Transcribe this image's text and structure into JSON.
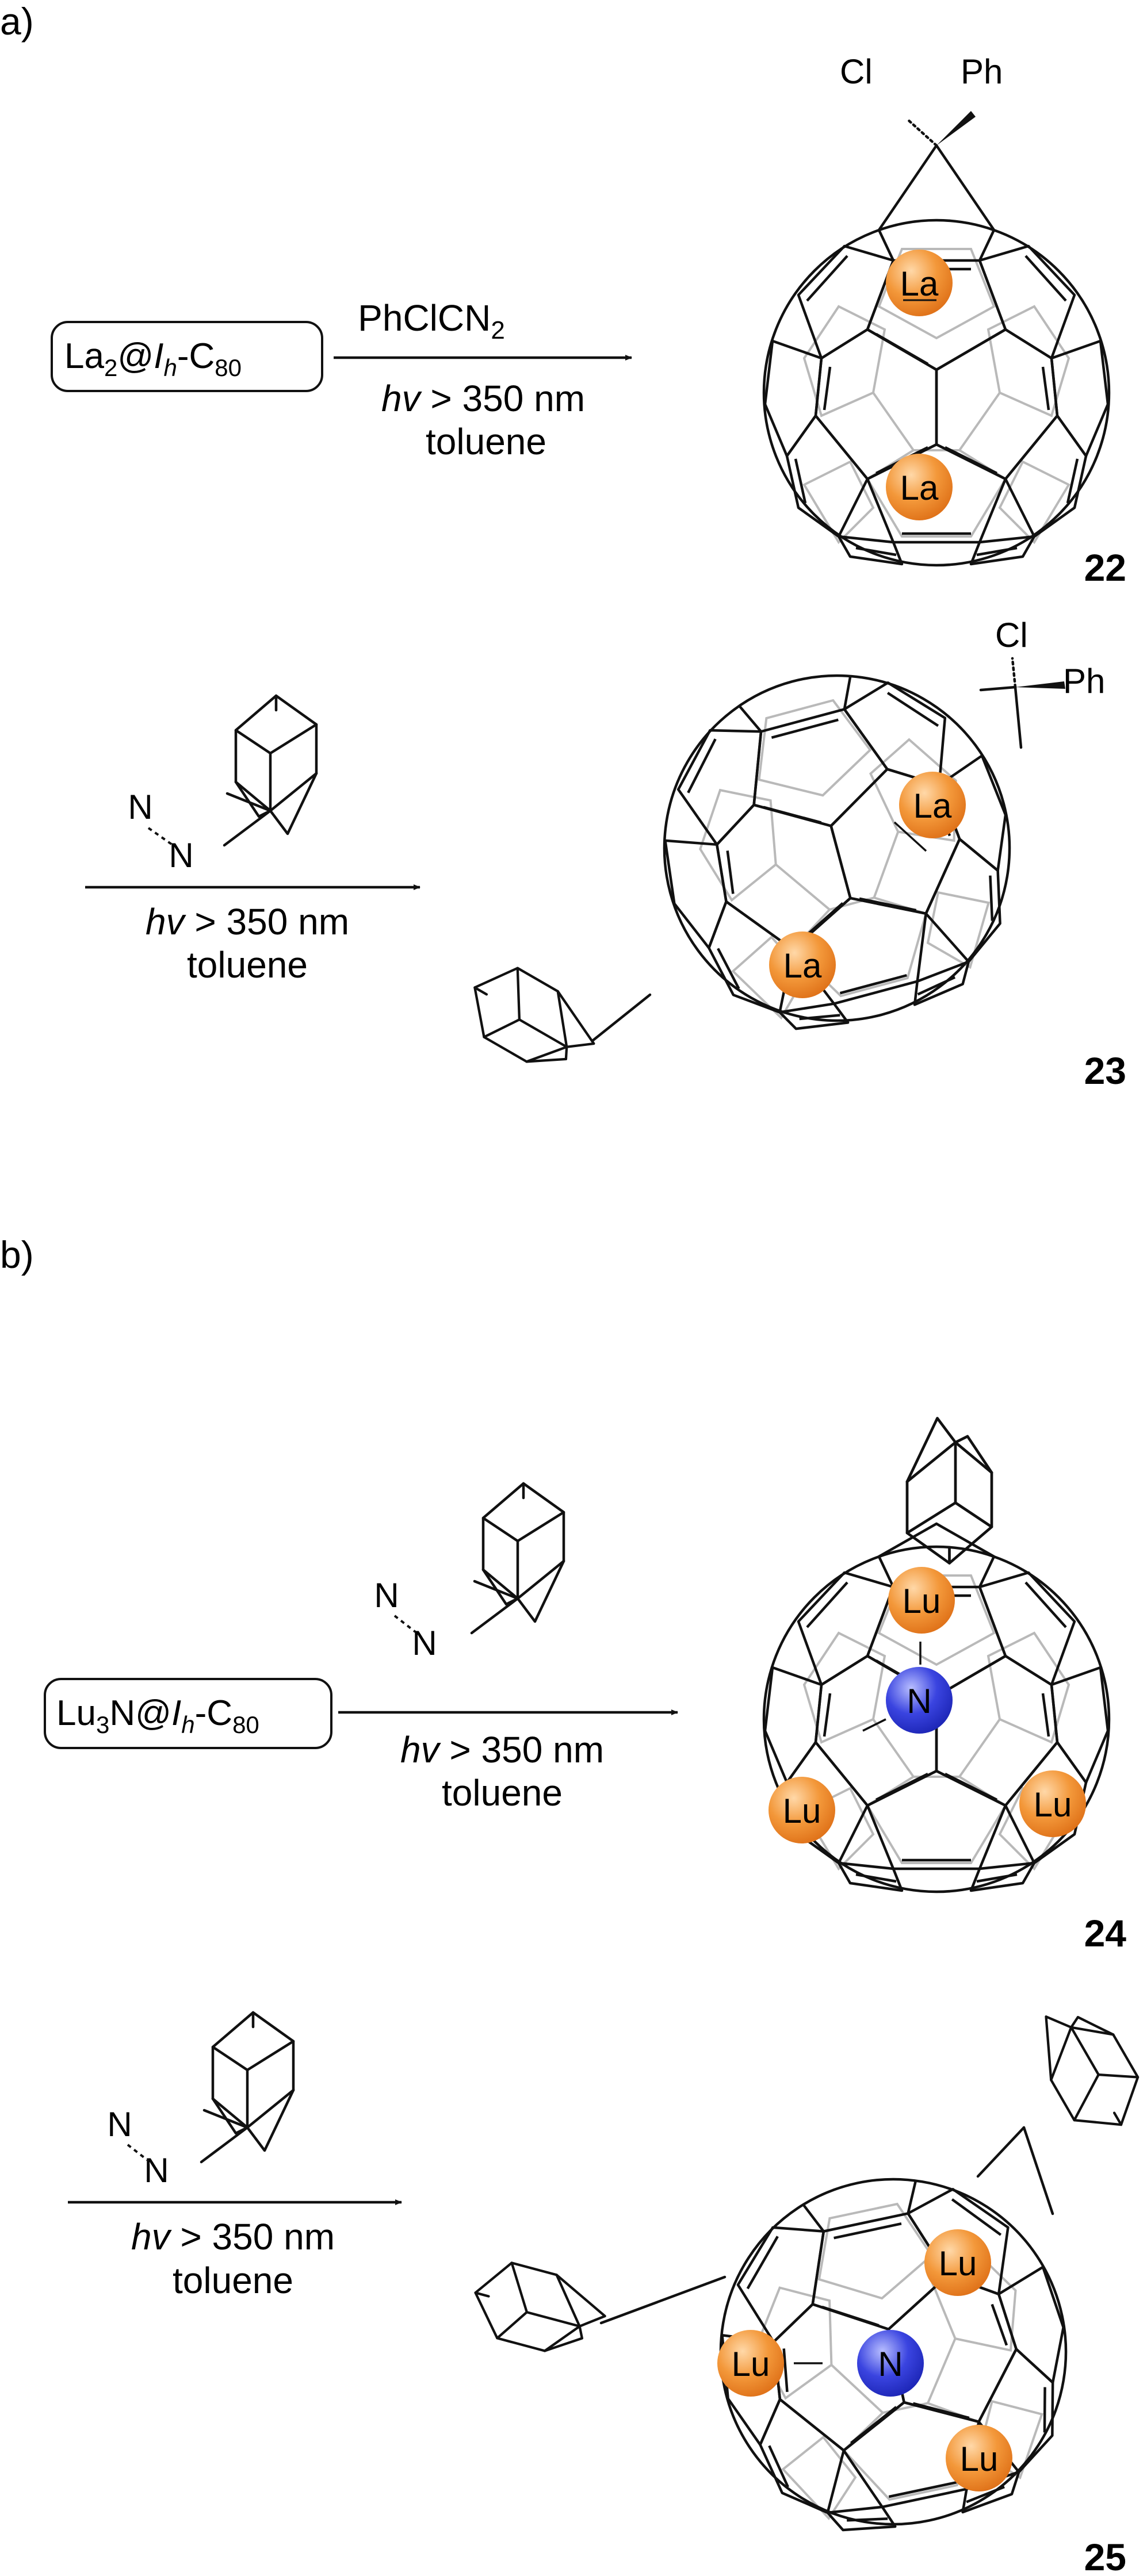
{
  "panels": [
    {
      "label": "a)",
      "reactions": [
        {
          "reactant": {
            "main": "La",
            "sub1": "2",
            "at": "@",
            "sym": "I",
            "symsub": "h",
            "dash": "-C",
            "sub2": "80"
          },
          "reagent": {
            "main": "PhClCN",
            "sub": "2"
          },
          "condition_hv": "hv",
          "condition_rest": " > 350 nm",
          "solvent": "toluene",
          "product": {
            "id": "22",
            "atoms": [
              "La",
              "La"
            ],
            "substituents": [
              "Cl",
              "Ph"
            ]
          }
        },
        {
          "reagent_atoms": [
            "N",
            "N"
          ],
          "condition_hv": "hv",
          "condition_rest": " > 350 nm",
          "solvent": "toluene",
          "product": {
            "id": "23",
            "atoms": [
              "La",
              "La"
            ],
            "substituents": [
              "Cl",
              "Ph"
            ]
          }
        }
      ]
    },
    {
      "label": "b)",
      "reactions": [
        {
          "reactant": {
            "main": "Lu",
            "sub1": "3",
            "at": "N@",
            "sym": "I",
            "symsub": "h",
            "dash": "-C",
            "sub2": "80"
          },
          "reagent_atoms": [
            "N",
            "N"
          ],
          "condition_hv": "hv",
          "condition_rest": " > 350 nm",
          "solvent": "toluene",
          "product": {
            "id": "24",
            "atoms": [
              "Lu",
              "N",
              "Lu",
              "Lu"
            ]
          }
        },
        {
          "reagent_atoms": [
            "N",
            "N"
          ],
          "condition_hv": "hv",
          "condition_rest": " > 350 nm",
          "solvent": "toluene",
          "product": {
            "id": "25",
            "atoms": [
              "Lu",
              "Lu",
              "N",
              "Lu"
            ]
          }
        }
      ]
    }
  ],
  "colors": {
    "metal_sphere": "#f08a25",
    "metal_highlight": "#ffd8a8",
    "nitrogen_sphere": "#2b35d6",
    "nitrogen_highlight": "#b8beff",
    "cage_front": "#111111",
    "cage_back": "#b9b9b9"
  }
}
